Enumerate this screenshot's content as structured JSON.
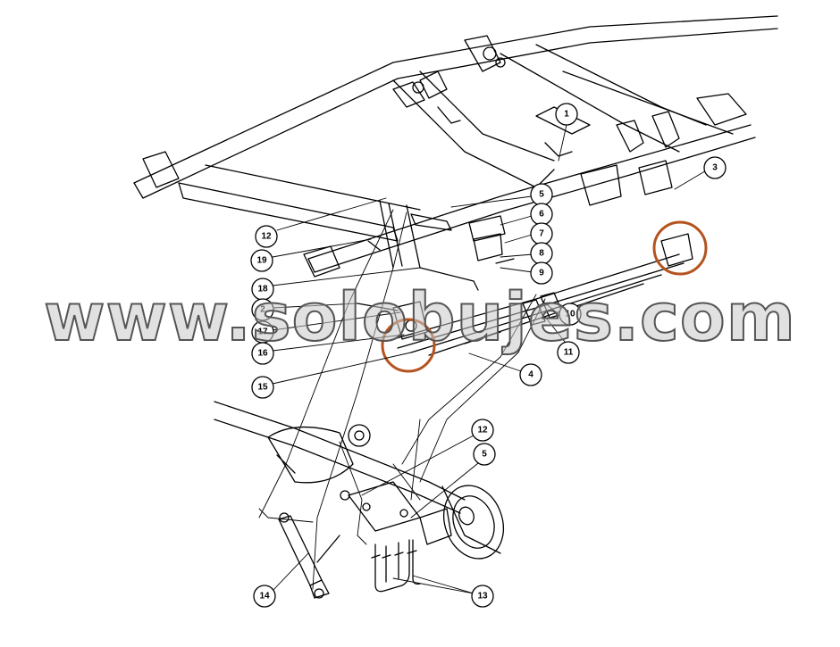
{
  "diagram": {
    "callouts": [
      "1",
      "2",
      "3",
      "4",
      "5",
      "6",
      "7",
      "8",
      "9",
      "10",
      "11",
      "12",
      "13",
      "14",
      "15",
      "16",
      "17",
      "18",
      "19",
      "12",
      "5"
    ]
  },
  "highlights": {
    "color": "#b5531f"
  },
  "watermark": {
    "text": "www.solobujes.com"
  }
}
